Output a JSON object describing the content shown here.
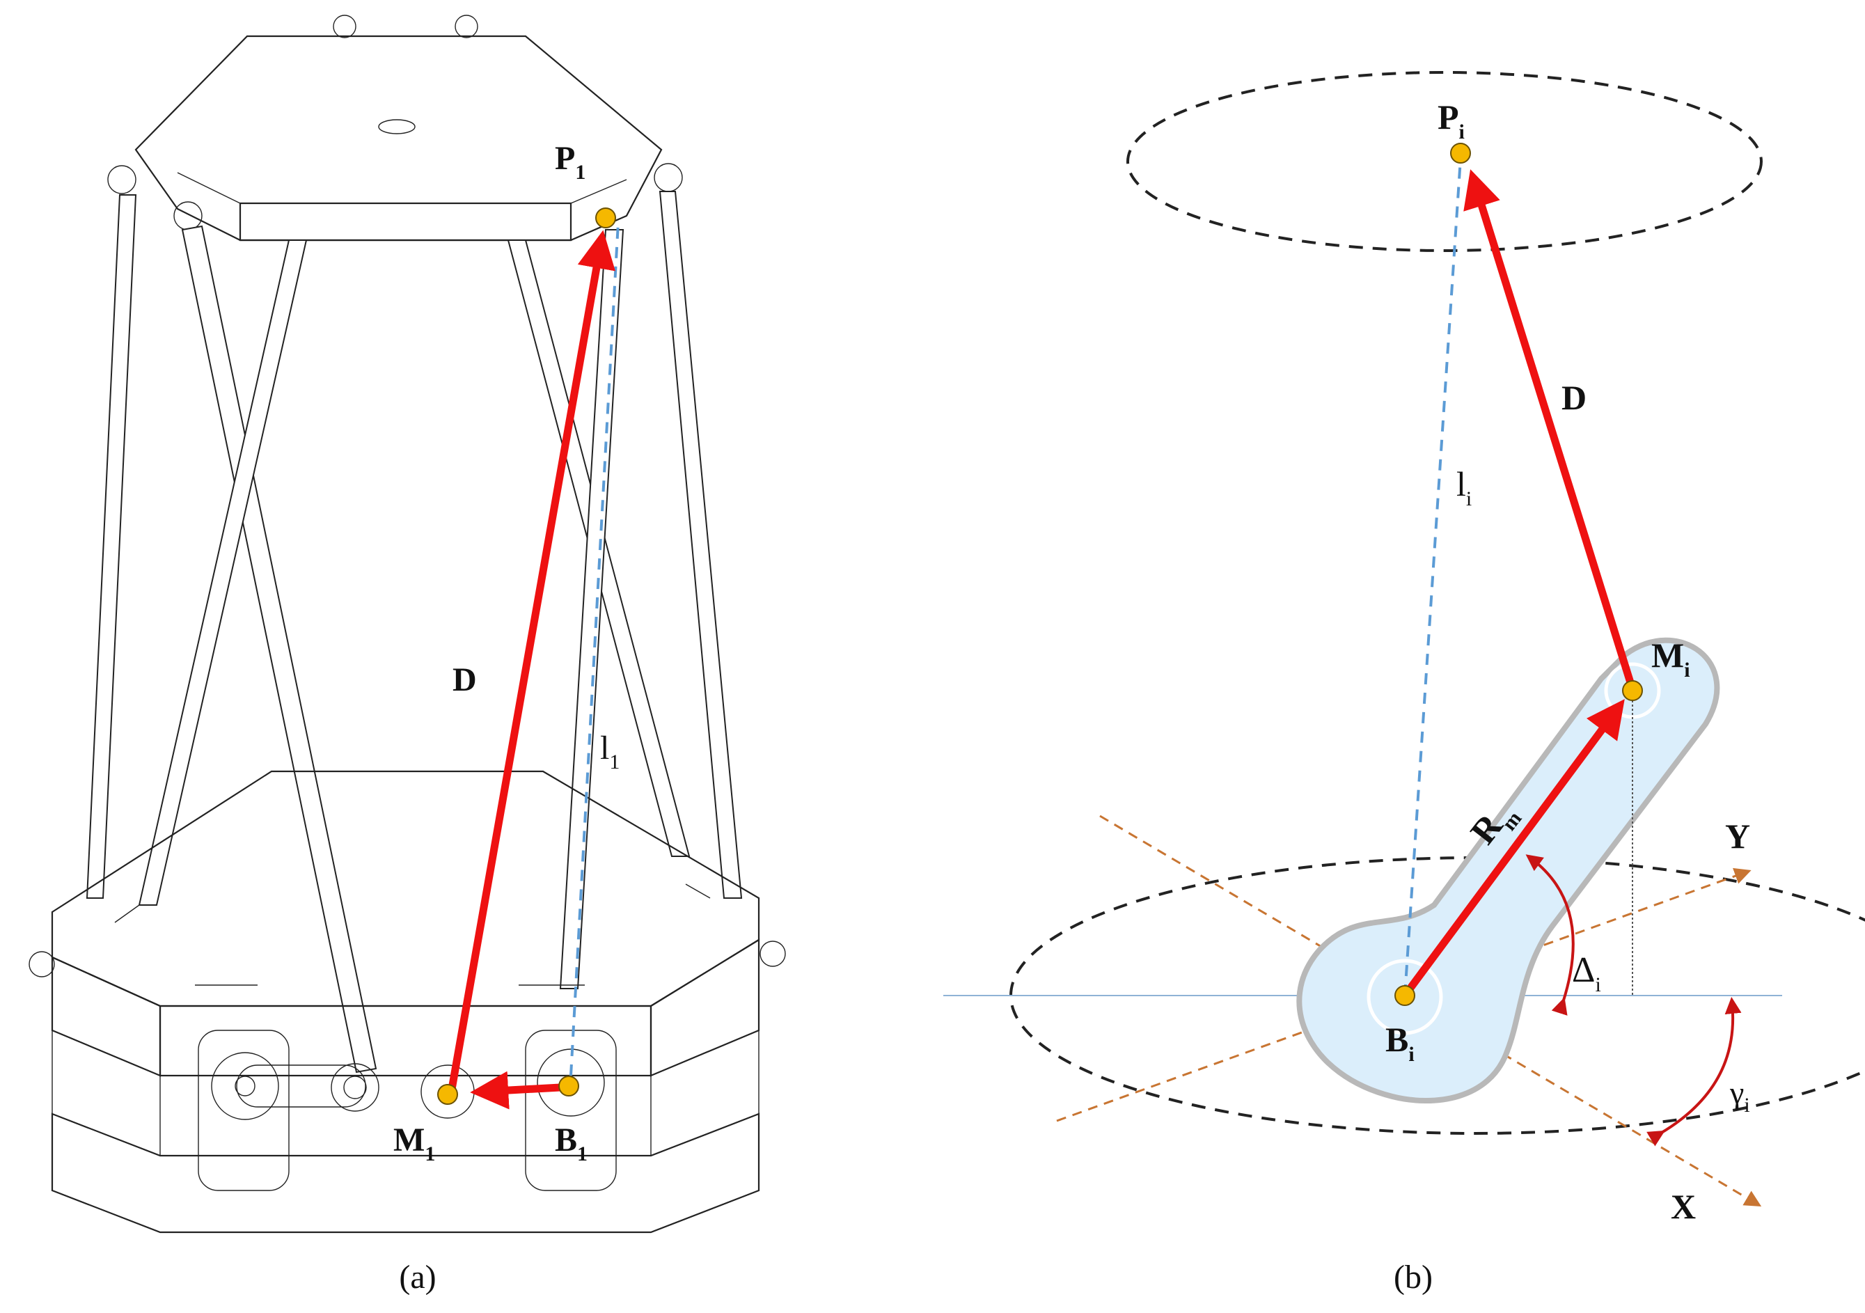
{
  "panel_a": {
    "caption": "(a)",
    "labels": {
      "P1": {
        "main": "P",
        "sub": "1"
      },
      "D": "D",
      "l1": {
        "main": "l",
        "sub": "1"
      },
      "M1": {
        "main": "M",
        "sub": "1"
      },
      "B1": {
        "main": "B",
        "sub": "1"
      }
    }
  },
  "panel_b": {
    "caption": "(b)",
    "labels": {
      "Pi": {
        "main": "P",
        "sub": "i"
      },
      "D": "D",
      "li": {
        "main": "l",
        "sub": "i"
      },
      "Mi": {
        "main": "M",
        "sub": "i"
      },
      "Rm": {
        "main": "R",
        "sub": "m"
      },
      "Y": "Y",
      "X": "X",
      "Delta_i": {
        "main": "Δ",
        "sub": "i"
      },
      "Bi": {
        "main": "B",
        "sub": "i"
      },
      "gamma_i": {
        "main": "γ",
        "sub": "i"
      }
    }
  },
  "colors": {
    "arrow_red": "#ee1111",
    "dashed_blue": "#5b9bd5",
    "axis_orange": "#c87532",
    "joint_yellow": "#f5b800",
    "arm_fill": "#dbeefb"
  }
}
